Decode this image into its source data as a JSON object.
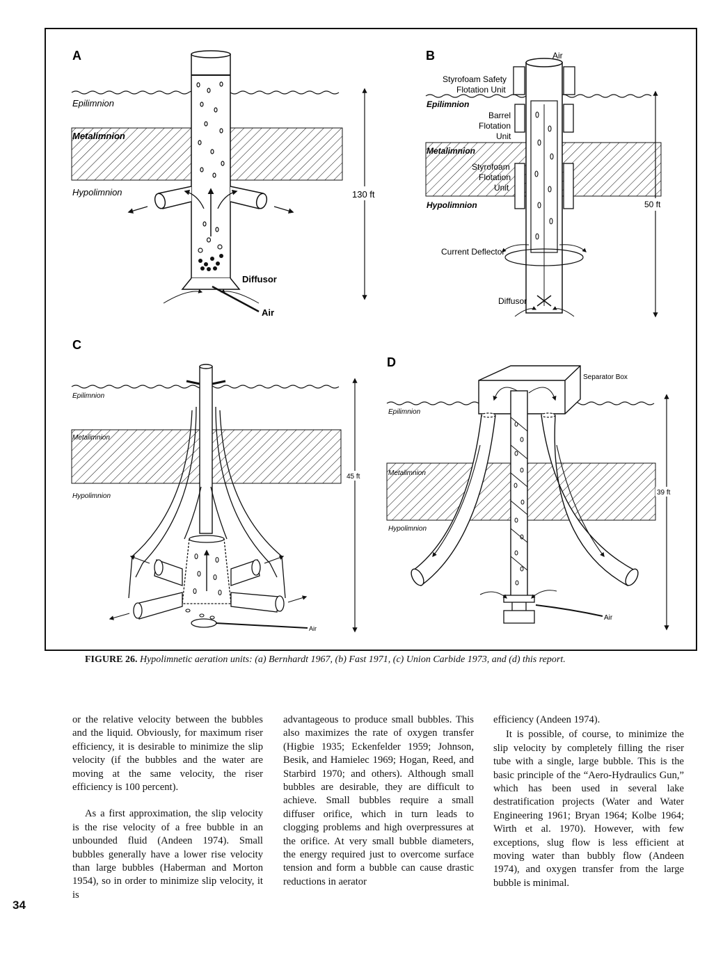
{
  "figure": {
    "caption_lead": "FIGURE 26.",
    "caption_text": "Hypolimnetic aeration units: (a) Bernhardt 1967, (b) Fast 1971, (c) Union Carbide 1973, and (d) this report.",
    "panels": {
      "a": {
        "letter": "A",
        "epilimnion": "Epilimnion",
        "metalimnion": "Metalimnion",
        "hypolimnion": "Hypolimnion",
        "diffusor": "Diffusor",
        "air": "Air",
        "depth": "130 ft"
      },
      "b": {
        "letter": "B",
        "air": "Air",
        "safety_unit": [
          "Styrofoam Safety",
          "Flotation Unit"
        ],
        "epilimnion": "Epilimnion",
        "barrel_unit": [
          "Barrel",
          "Flotation",
          "Unit"
        ],
        "metalimnion": "Metalimnion",
        "styro_unit": [
          "Styrofoam",
          "Flotation",
          "Unit"
        ],
        "hypolimnion": "Hypolimnion",
        "current_deflector": "Current Deflector",
        "diffusor": "Diffusor",
        "depth": "50 ft"
      },
      "c": {
        "letter": "C",
        "epilimnion": "Epilimnion",
        "metalimnion": "Metalimnion",
        "hypolimnion": "Hypolimnion",
        "air": "Air",
        "depth": "45 ft"
      },
      "d": {
        "letter": "D",
        "separator_box": "Separator Box",
        "epilimnion": "Epilimnion",
        "metalimnion": "Metalimnion",
        "hypolimnion": "Hypolimnion",
        "air": "Air",
        "depth": "39 ft"
      }
    }
  },
  "columns": {
    "col1": [
      "or the relative velocity between the bubbles and the liquid. Obviously, for maximum riser efficiency, it is desirable to minimize the slip velocity (if the bubbles and the water are moving at the same velocity, the riser efficiency is 100 percent).",
      "As a first approximation, the slip velocity is the rise velocity of a free bubble in an unbounded fluid (Andeen 1974). Small bubbles generally have a lower rise velocity than large bubbles (Haberman and Morton 1954), so in order to minimize slip velocity, it is"
    ],
    "col2": [
      "advantageous to produce small bubbles. This also maximizes the rate of oxygen transfer (Higbie 1935; Eckenfelder 1959; Johnson, Besik, and Hamielec 1969; Hogan, Reed, and Starbird 1970; and others). Although small bubbles are desirable, they are difficult to achieve. Small bubbles require a small diffuser orifice, which in turn leads to clogging problems and high overpressures at the orifice. At very small bubble diameters, the energy required just to overcome surface tension and form a bubble can cause drastic reductions in aerator"
    ],
    "col3": [
      "efficiency (Andeen 1974).",
      "It is possible, of course, to minimize the slip velocity by completely filling the riser tube with a single, large bubble. This is the basic principle of the “Aero-Hydraulics Gun,” which has been used in several lake destratification projects (Water and Water Engineering 1961; Bryan 1964; Kolbe 1964; Wirth et al. 1970). However, with few exceptions, slug flow is less efficient at moving water than bubbly flow (Andeen 1974), and oxygen transfer from the large bubble is minimal."
    ]
  },
  "page_number": "34"
}
